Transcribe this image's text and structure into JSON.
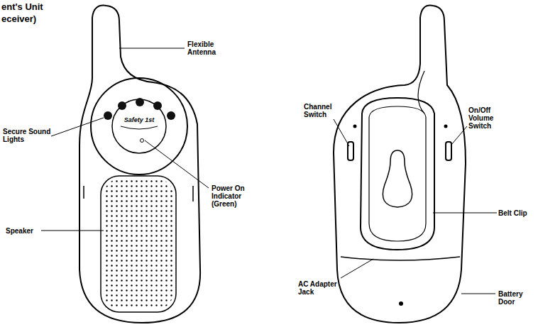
{
  "diagram": {
    "labels": [
      "ent's Unit",
      "eceiver)",
      "Flexible Antenna",
      "Secure Sound Lights",
      "Safety 1st",
      "Power On Indicator (Green)",
      "Speaker",
      "Channel Switch",
      "On/Off Volume Switch",
      "Belt Clip",
      "AC Adapter Jack",
      "Battery Door"
    ]
  }
}
